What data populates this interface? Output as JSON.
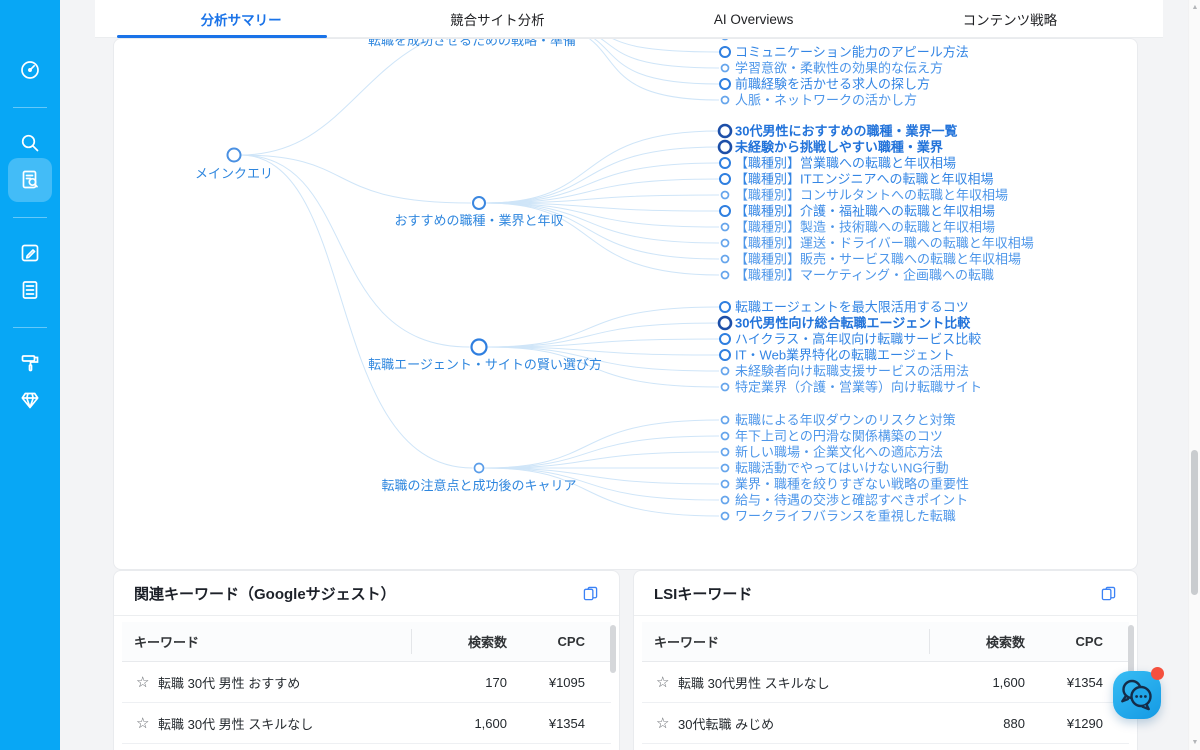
{
  "tabs": [
    {
      "label": "分析サマリー",
      "active": true
    },
    {
      "label": "競合サイト分析",
      "active": false
    },
    {
      "label": "AI Overviews",
      "active": false
    },
    {
      "label": "コンテンツ戦略",
      "active": false
    }
  ],
  "sidebar": {
    "icons": [
      "dashboard-icon",
      "search-icon",
      "keyword-research-icon",
      "edit-icon",
      "list-icon",
      "paint-roller-icon",
      "gem-icon"
    ],
    "active_icon": "keyword-research-icon"
  },
  "mindmap": {
    "root_label": "メインクエリ",
    "branches": [
      {
        "label": "転職を成功させるための戦略・準備",
        "clipped": true,
        "leaves": [
          {
            "text": "",
            "size": "small",
            "clipped": true
          },
          {
            "text": "コミュニケーション能力のアピール方法",
            "size": "medium"
          },
          {
            "text": "学習意欲・柔軟性の効果的な伝え方",
            "size": "small"
          },
          {
            "text": "前職経験を活かせる求人の探し方",
            "size": "medium"
          },
          {
            "text": "人脈・ネットワークの活かし方",
            "size": "small"
          }
        ]
      },
      {
        "label": "おすすめの職種・業界と年収",
        "clipped": false,
        "leaves": [
          {
            "text": "30代男性におすすめの職種・業界一覧",
            "size": "large"
          },
          {
            "text": "未経験から挑戦しやすい職種・業界",
            "size": "large"
          },
          {
            "text": "【職種別】営業職への転職と年収相場",
            "size": "medium"
          },
          {
            "text": "【職種別】ITエンジニアへの転職と年収相場",
            "size": "medium"
          },
          {
            "text": "【職種別】コンサルタントへの転職と年収相場",
            "size": "small"
          },
          {
            "text": "【職種別】介護・福祉職への転職と年収相場",
            "size": "medium"
          },
          {
            "text": "【職種別】製造・技術職への転職と年収相場",
            "size": "small"
          },
          {
            "text": "【職種別】運送・ドライバー職への転職と年収相場",
            "size": "small"
          },
          {
            "text": "【職種別】販売・サービス職への転職と年収相場",
            "size": "small"
          },
          {
            "text": "【職種別】マーケティング・企画職への転職",
            "size": "small"
          }
        ]
      },
      {
        "label": "転職エージェント・サイトの賢い選び方",
        "clipped": false,
        "leaves": [
          {
            "text": "転職エージェントを最大限活用するコツ",
            "size": "medium"
          },
          {
            "text": "30代男性向け総合転職エージェント比較",
            "size": "large"
          },
          {
            "text": "ハイクラス・高年収向け転職サービス比較",
            "size": "medium"
          },
          {
            "text": "IT・Web業界特化の転職エージェント",
            "size": "medium"
          },
          {
            "text": "未経験者向け転職支援サービスの活用法",
            "size": "small"
          },
          {
            "text": "特定業界（介護・営業等）向け転職サイト",
            "size": "small"
          }
        ]
      },
      {
        "label": "転職の注意点と成功後のキャリア",
        "clipped": false,
        "leaves": [
          {
            "text": "転職による年収ダウンのリスクと対策",
            "size": "small"
          },
          {
            "text": "年下上司との円滑な関係構築のコツ",
            "size": "small"
          },
          {
            "text": "新しい職場・企業文化への適応方法",
            "size": "small"
          },
          {
            "text": "転職活動でやってはいけないNG行動",
            "size": "small"
          },
          {
            "text": "業界・職種を絞りすぎない戦略の重要性",
            "size": "small"
          },
          {
            "text": "給与・待遇の交渉と確認すべきポイント",
            "size": "small"
          },
          {
            "text": "ワークライフバランスを重視した転職",
            "size": "small"
          }
        ]
      }
    ]
  },
  "keyword_tables": [
    {
      "title": "関連キーワード（Googleサジェスト）",
      "copy_icon": "copy-icon",
      "columns": [
        "キーワード",
        "検索数",
        "CPC"
      ],
      "rows": [
        {
          "keyword": "転職 30代 男性 おすすめ",
          "volume": "170",
          "cpc": "¥1095"
        },
        {
          "keyword": "転職 30代 男性 スキルなし",
          "volume": "1,600",
          "cpc": "¥1354"
        }
      ]
    },
    {
      "title": "LSIキーワード",
      "copy_icon": "copy-icon",
      "columns": [
        "キーワード",
        "検索数",
        "CPC"
      ],
      "rows": [
        {
          "keyword": "転職 30代男性 スキルなし",
          "volume": "1,600",
          "cpc": "¥1354"
        },
        {
          "keyword": "30代転職 みじめ",
          "volume": "880",
          "cpc": "¥1290"
        }
      ]
    }
  ],
  "chat_widget": {
    "icon": "chat-bubbles-icon",
    "notification_dot": true
  },
  "colors": {
    "sidebar": "#08a7f5",
    "accent": "#1a73e8",
    "map_link": "#cfe5f8",
    "node_text": "#2e86de",
    "leaf_large": "#1d4fa8",
    "leaf_medium": "#2f7fe0",
    "leaf_small": "#66a5ec",
    "chat": "#1fa5e9",
    "notification": "#f4503e"
  }
}
